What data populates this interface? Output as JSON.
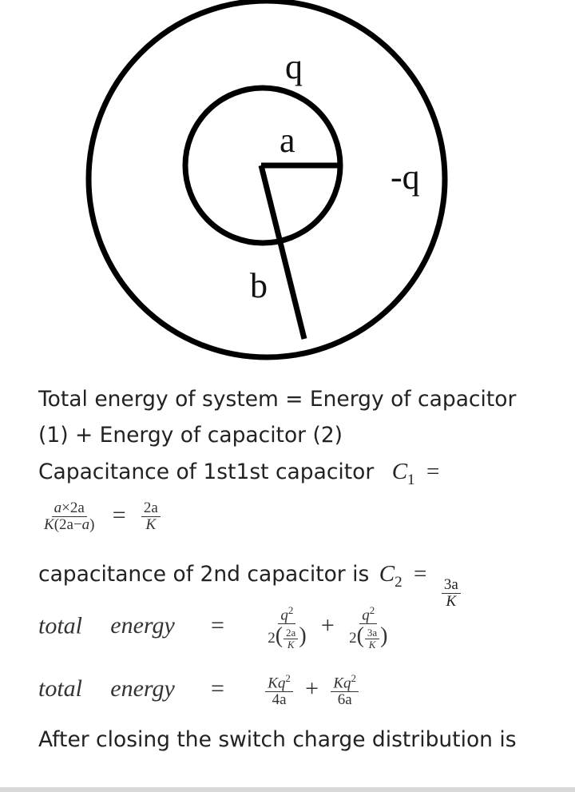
{
  "figure": {
    "label_q": "q",
    "label_a": "a",
    "label_neg_q": "-q",
    "label_b": "b"
  },
  "paragraphs": {
    "p1": "Total energy of system = Energy of capacitor (1) + Energy of capacitor (2)",
    "p2_text": "Capacitance of 1st1st capacitor",
    "p4_text": "capacitance of 2nd capacitor is",
    "p5": "After closing the switch charge distribution is"
  },
  "math": {
    "c1_symbol": "C",
    "c1_sub": "1",
    "equals": "=",
    "c1_num_a": "a",
    "c1_num_times": "×",
    "c1_num_2a": "2a",
    "c1_den_k": "K",
    "c1_den_paren_open": "(",
    "c1_den_2a": "2a",
    "c1_den_minus": "−",
    "c1_den_a": "a",
    "c1_den_paren_close": ")",
    "c1_res_num": "2a",
    "c1_res_den": "K",
    "c2_symbol": "C",
    "c2_sub": "2",
    "c2_num": "3a",
    "c2_den": "K",
    "total_word": "total",
    "energy_word": "energy",
    "q_sq": "q",
    "sup2": "2",
    "two": "2",
    "paren_open": "(",
    "paren_close": ")",
    "f1_inner_num": "2a",
    "f1_inner_den": "K",
    "f2_inner_num": "3a",
    "f2_inner_den": "K",
    "plus": "+",
    "kq": "Kq",
    "den_4a": "4a",
    "den_6a": "6a"
  }
}
